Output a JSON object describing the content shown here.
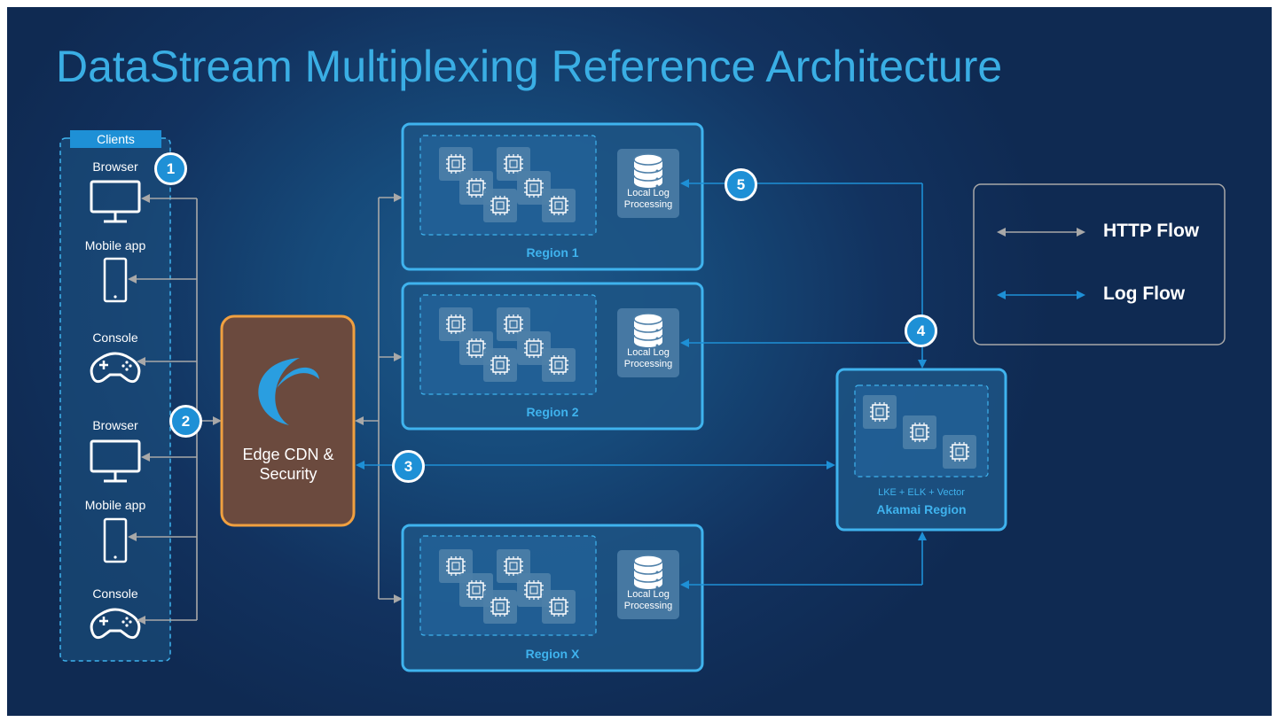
{
  "title": "DataStream Multiplexing Reference Architecture",
  "clients": {
    "header": "Clients",
    "items": [
      {
        "label": "Browser",
        "icon": "monitor-icon"
      },
      {
        "label": "Mobile app",
        "icon": "mobile-phone-icon"
      },
      {
        "label": "Console",
        "icon": "gamepad-icon"
      },
      {
        "label": "Browser",
        "icon": "monitor-icon"
      },
      {
        "label": "Mobile app",
        "icon": "mobile-phone-icon"
      },
      {
        "label": "Console",
        "icon": "gamepad-icon"
      }
    ]
  },
  "edge": {
    "label_line1": "Edge CDN &",
    "label_line2": "Security",
    "icon": "akamai-logo-icon"
  },
  "regions": [
    {
      "label": "Region 1",
      "log_line1": "Local Log",
      "log_line2": "Processing"
    },
    {
      "label": "Region 2",
      "log_line1": "Local Log",
      "log_line2": "Processing"
    },
    {
      "label": "Region X",
      "log_line1": "Local Log",
      "log_line2": "Processing"
    }
  ],
  "akamai": {
    "sublabel": "LKE + ELK + Vector",
    "label": "Akamai Region"
  },
  "steps": [
    "1",
    "2",
    "3",
    "4",
    "5"
  ],
  "legend": {
    "http": "HTTP Flow",
    "log": "Log Flow"
  },
  "colors": {
    "background": "#12325f",
    "title": "#3aaee4",
    "http_flow": "#a8a8a8",
    "log_flow": "#1e90d6",
    "region_border": "#3fb3ee",
    "edge_border": "#f0a040",
    "edge_fill": "#6b4a3e"
  }
}
